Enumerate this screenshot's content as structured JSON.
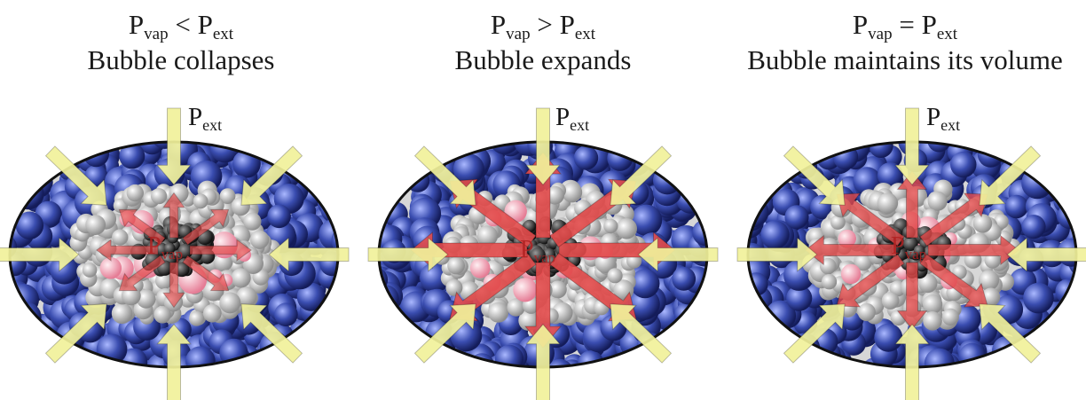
{
  "panels": [
    {
      "id": "collapse",
      "eq_left": "P",
      "eq_left_sub": "vap",
      "operator": "<",
      "eq_right": "P",
      "eq_right_sub": "ext",
      "caption": "Bubble collapses",
      "pext_label": "P",
      "pext_sub": "ext",
      "pvap_label": "P",
      "pvap_sub": "vap",
      "inner_arrow_strength": 0.35
    },
    {
      "id": "expand",
      "eq_left": "P",
      "eq_left_sub": "vap",
      "operator": ">",
      "eq_right": "P",
      "eq_right_sub": "ext",
      "caption": "Bubble expands",
      "pext_label": "P",
      "pext_sub": "ext",
      "pvap_label": "P",
      "pvap_sub": "vap",
      "inner_arrow_strength": 1.0
    },
    {
      "id": "equal",
      "eq_left": "P",
      "eq_left_sub": "vap",
      "operator": "=",
      "eq_right": "P",
      "eq_right_sub": "ext",
      "caption": "Bubble maintains its volume",
      "pext_label": "P",
      "pext_sub": "ext",
      "pvap_label": "P",
      "pvap_sub": "vap",
      "inner_arrow_strength": 0.7
    }
  ],
  "colors": {
    "liquid_molecule": "#3a4db0",
    "vapor_molecule_grey": "#b9b9b9",
    "vapor_molecule_dark": "#3a3a3a",
    "vapor_molecule_pink": "#f2a8b8",
    "outer_arrow": "#f1f19a",
    "inner_arrow": "#e24a4a",
    "ellipse_outline": "#111111"
  }
}
